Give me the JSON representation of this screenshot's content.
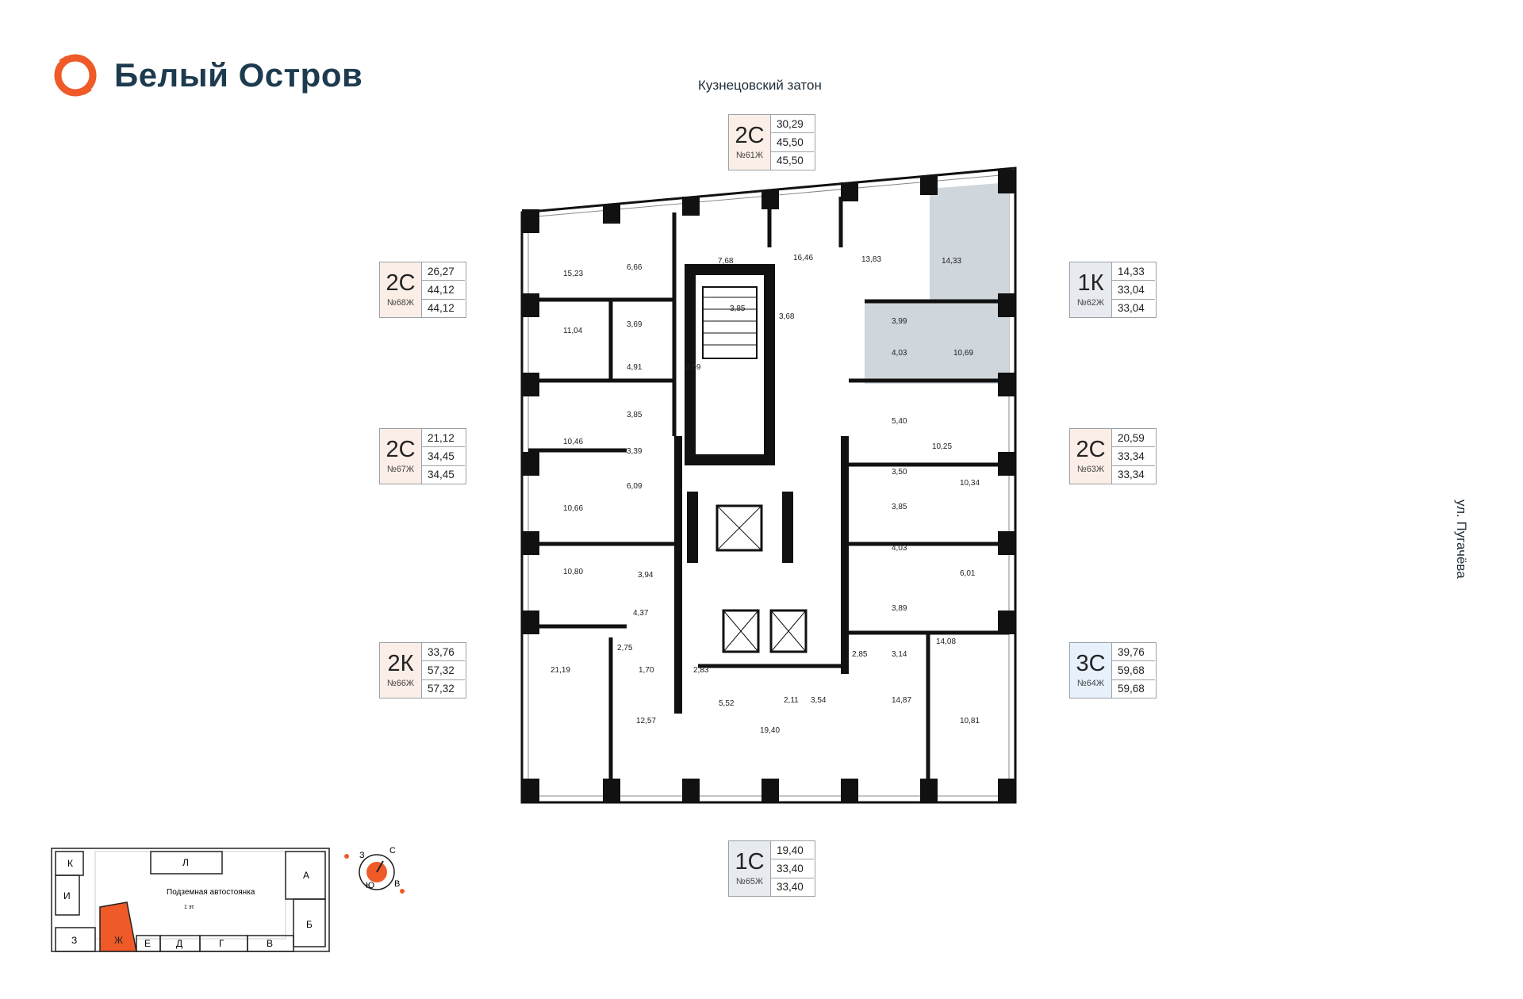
{
  "logo": {
    "text": "Белый Остров",
    "icon": "ring-logo-icon",
    "accent": "#ef5a28"
  },
  "streets": {
    "top": "Кузнецовский затон",
    "right": "ул. Пугачёва"
  },
  "colors": {
    "accent": "#ef5a28",
    "two_room_card": "#fbeee7",
    "one_room_card": "#e7ebef",
    "three_room_card": "#e6f1fb",
    "highlighted_unit": "#cfd6dc"
  },
  "apartments": [
    {
      "id": "61",
      "type": "2С",
      "number": "№61Ж",
      "values": [
        "30,29",
        "45,50",
        "45,50"
      ]
    },
    {
      "id": "68",
      "type": "2С",
      "number": "№68Ж",
      "values": [
        "26,27",
        "44,12",
        "44,12"
      ]
    },
    {
      "id": "62",
      "type": "1К",
      "number": "№62Ж",
      "values": [
        "14,33",
        "33,04",
        "33,04"
      ]
    },
    {
      "id": "67",
      "type": "2С",
      "number": "№67Ж",
      "values": [
        "21,12",
        "34,45",
        "34,45"
      ]
    },
    {
      "id": "63",
      "type": "2С",
      "number": "№63Ж",
      "values": [
        "20,59",
        "33,34",
        "33,34"
      ]
    },
    {
      "id": "66",
      "type": "2К",
      "number": "№66Ж",
      "values": [
        "33,76",
        "57,32",
        "57,32"
      ]
    },
    {
      "id": "64",
      "type": "3С",
      "number": "№64Ж",
      "values": [
        "39,76",
        "59,68",
        "59,68"
      ]
    },
    {
      "id": "65",
      "type": "1С",
      "number": "№65Ж",
      "values": [
        "19,40",
        "33,40",
        "33,40"
      ]
    }
  ],
  "rooms": [
    "15,23",
    "6,66",
    "7,68",
    "16,46",
    "13,83",
    "14,33",
    "3,69",
    "3,85",
    "3,68",
    "3,99",
    "11,04",
    "4,03",
    "10,69",
    "4,91",
    "2,59",
    "3,85",
    "5,40",
    "10,46",
    "10,25",
    "3,39",
    "3,50",
    "10,34",
    "6,09",
    "10,66",
    "3,85",
    "10,80",
    "3,94",
    "4,03",
    "6,01",
    "4,37",
    "3,89",
    "2,75",
    "14,08",
    "2,85",
    "3,14",
    "21,19",
    "1,70",
    "2,83",
    "2,11",
    "3,54",
    "14,87",
    "5,52",
    "12,57",
    "19,40",
    "10,81"
  ],
  "sitemap": {
    "center_title": "Подземная автостоянка",
    "center_subtitle": "1 эт.",
    "sections": [
      "К",
      "Л",
      "А",
      "И",
      "Б",
      "З",
      "Ж",
      "Е",
      "Д",
      "Г",
      "В"
    ],
    "current": "Ж"
  },
  "compass": {
    "n": "С",
    "s": "Ю",
    "w": "З",
    "e": "В",
    "icon": "compass-icon"
  }
}
